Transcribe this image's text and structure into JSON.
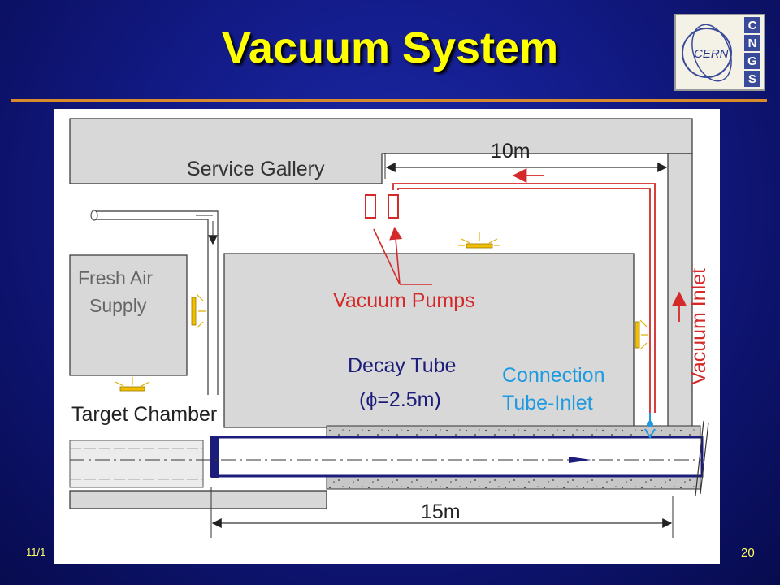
{
  "slide": {
    "title": "Vacuum System",
    "footer_date": "11/1",
    "page_number": "20"
  },
  "logo": {
    "text": "CERN",
    "letters": [
      "C",
      "N",
      "G",
      "S"
    ]
  },
  "diagram": {
    "service_gallery": "Service Gallery",
    "fresh_air_line1": "Fresh Air",
    "fresh_air_line2": "Supply",
    "target_chamber": "Target Chamber",
    "decay_tube_line1": "Decay Tube",
    "decay_tube_line2": "(ϕ=2.5m)",
    "connection_line1": "Connection",
    "connection_line2": "Tube-Inlet",
    "vacuum_pumps": "Vacuum Pumps",
    "vacuum_inlet": "Vacuum Inlet",
    "dim_top": "10m",
    "dim_bottom": "15m"
  },
  "colors": {
    "title": "#ffff00",
    "rule": "#d98a2a",
    "vacuum_red": "#d42a2a",
    "connection_blue": "#1e9ae0",
    "decay_navy": "#1c1c7a",
    "gray_fill": "#d8d8d8",
    "lamp_yellow": "#f0c000"
  }
}
